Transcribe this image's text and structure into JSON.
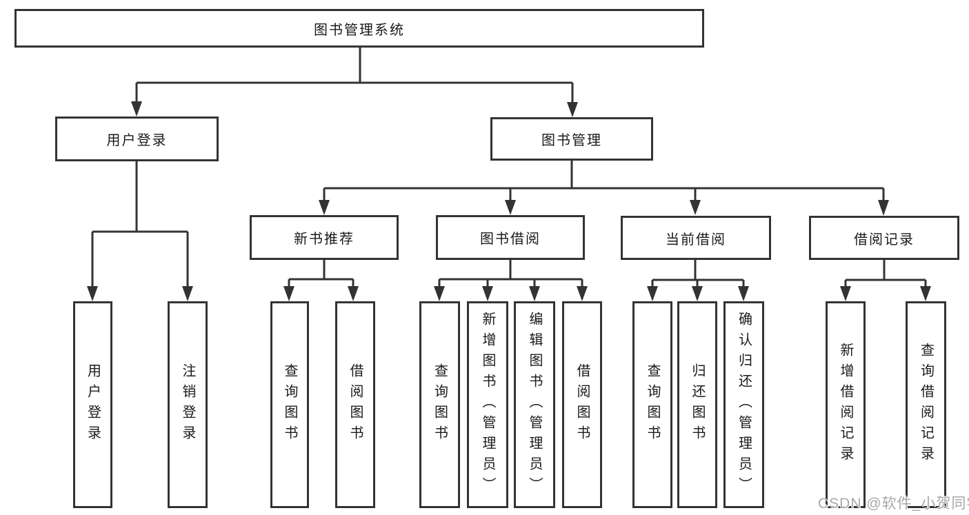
{
  "tree": {
    "root": "图书管理系统",
    "branches": [
      {
        "label": "用户登录",
        "children": [
          {
            "label": "用户登录"
          },
          {
            "label": "注销登录"
          }
        ]
      },
      {
        "label": "图书管理",
        "children": [
          {
            "label": "新书推荐",
            "children": [
              {
                "label": "查询图书"
              },
              {
                "label": "借阅图书"
              }
            ]
          },
          {
            "label": "图书借阅",
            "children": [
              {
                "label": "查询图书"
              },
              {
                "label": "新增图书（管理员）"
              },
              {
                "label": "编辑图书（管理员）"
              },
              {
                "label": "借阅图书"
              }
            ]
          },
          {
            "label": "当前借阅",
            "children": [
              {
                "label": "查询图书"
              },
              {
                "label": "归还图书"
              },
              {
                "label": "确认归还（管理员）"
              }
            ]
          },
          {
            "label": "借阅记录",
            "children": [
              {
                "label": "新增借阅记录"
              },
              {
                "label": "查询借阅记录"
              }
            ]
          }
        ]
      }
    ]
  },
  "watermark": {
    "text": "CSDN @软件_小贺同学"
  },
  "colors": {
    "line": "#333333",
    "text": "#1a1a1a",
    "background": "#ffffff",
    "watermark": "#a8a8a8"
  }
}
